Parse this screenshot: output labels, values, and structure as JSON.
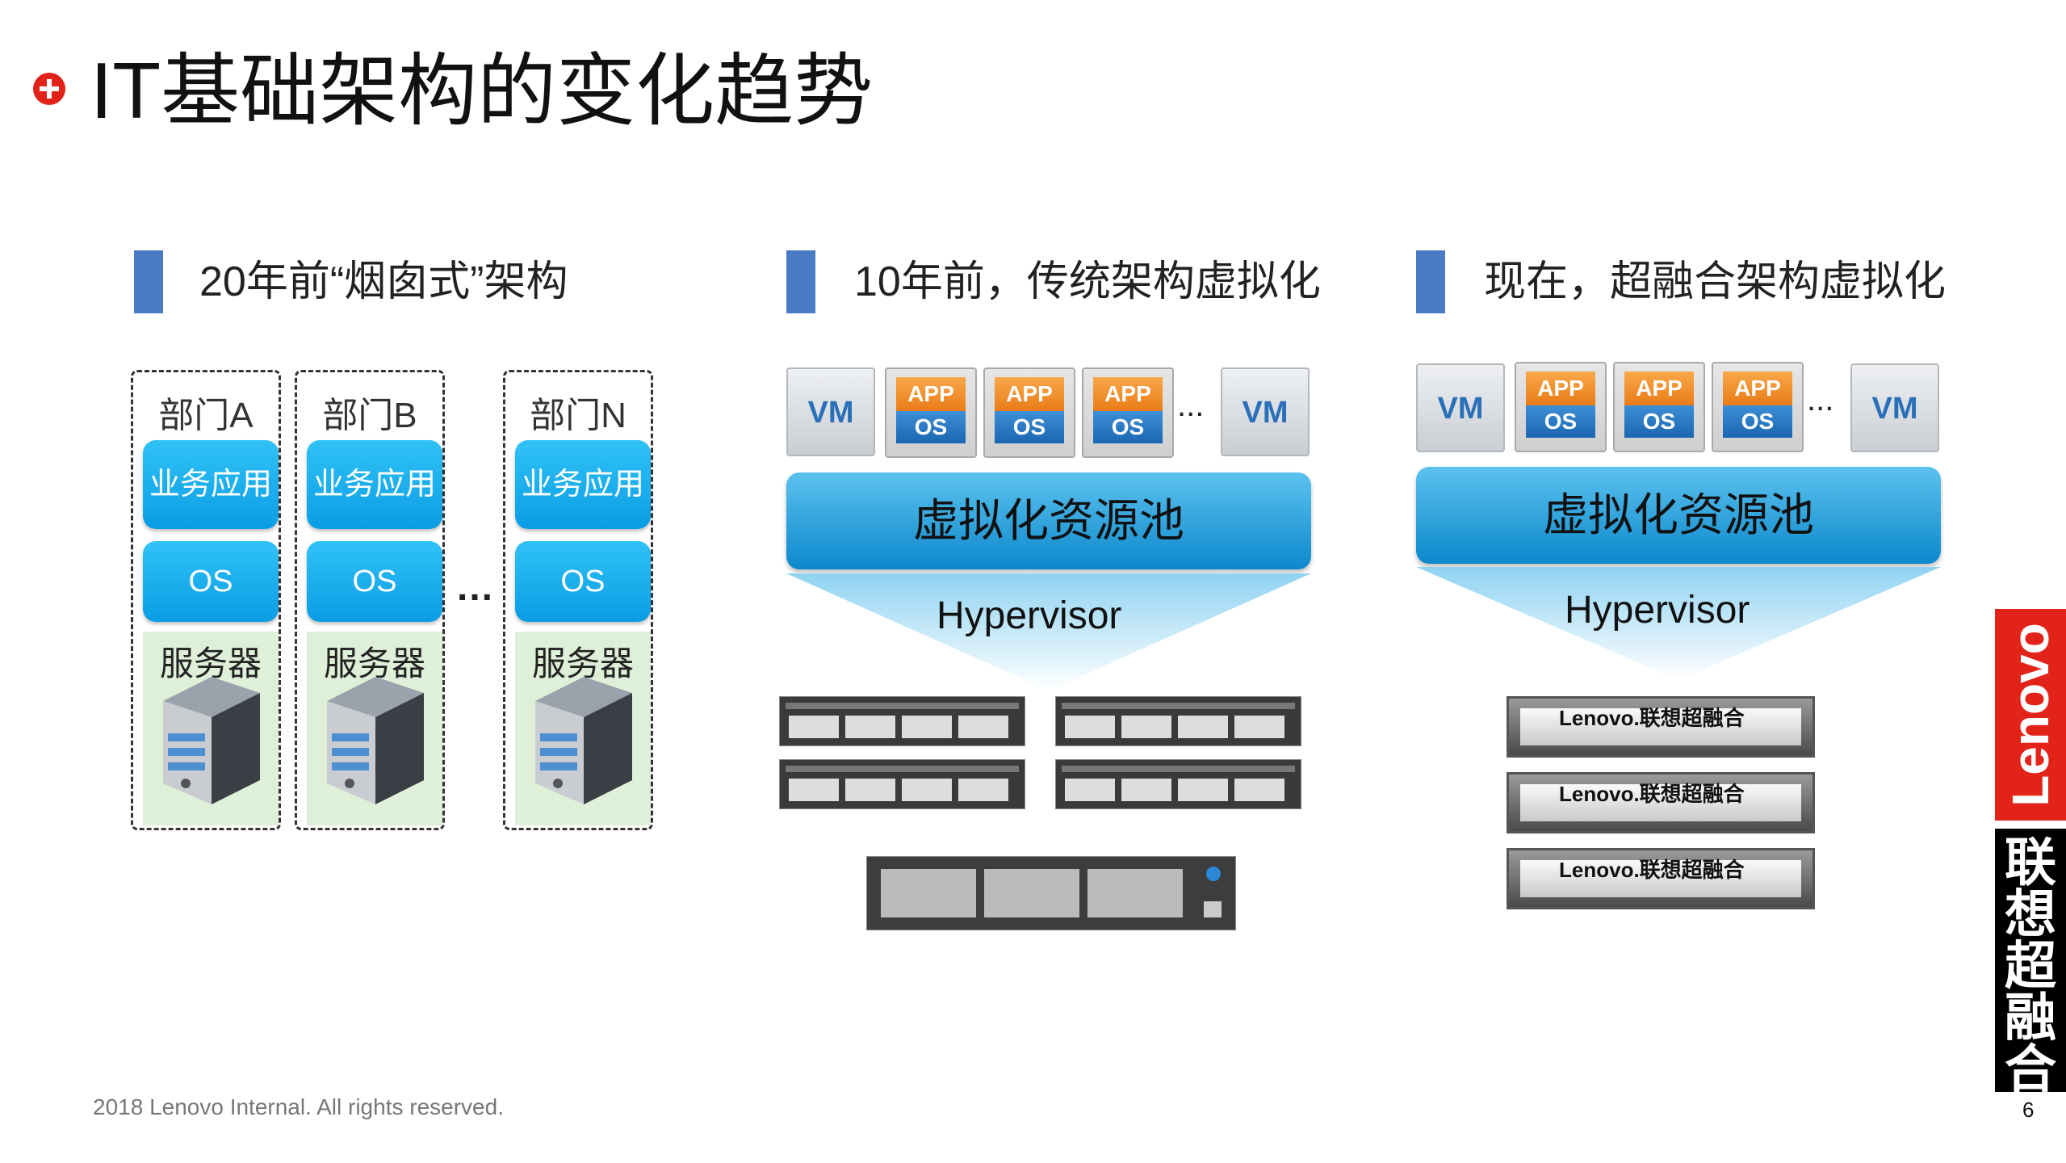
{
  "title": "IT基础架构的变化趋势",
  "sections": [
    {
      "label": "20年前“烟囱式”架构"
    },
    {
      "label": "10年前，传统架构虚拟化"
    },
    {
      "label": "现在，超融合架构虚拟化"
    }
  ],
  "silo": {
    "departments": [
      {
        "name": "部门A",
        "app": "业务应用",
        "os": "OS",
        "server": "服务器"
      },
      {
        "name": "部门B",
        "app": "业务应用",
        "os": "OS",
        "server": "服务器"
      },
      {
        "name": "部门N",
        "app": "业务应用",
        "os": "OS",
        "server": "服务器"
      }
    ],
    "ellipsis": "..."
  },
  "traditional": {
    "vm_label": "VM",
    "app_label": "APP",
    "os_label": "OS",
    "ellipsis": "...",
    "pool": "虚拟化资源池",
    "hypervisor": "Hypervisor"
  },
  "hci": {
    "vm_label": "VM",
    "app_label": "APP",
    "os_label": "OS",
    "ellipsis": "...",
    "pool": "虚拟化资源池",
    "hypervisor": "Hypervisor",
    "appliances": [
      "Lenovo.联想超融合",
      "Lenovo.联想超融合",
      "Lenovo.联想超融合"
    ]
  },
  "brand": {
    "logo": "Lenovo",
    "name": "联想超融合",
    "chars": [
      "联",
      "想",
      "超",
      "融",
      "合"
    ]
  },
  "footer": "2018 Lenovo Internal. All rights reserved.",
  "page_number": "6",
  "colors": {
    "accent_red": "#e2231a",
    "section_bar": "#4a7cc6",
    "button_blue": "#0b9de4",
    "pool_blue": "#0c88cc"
  }
}
